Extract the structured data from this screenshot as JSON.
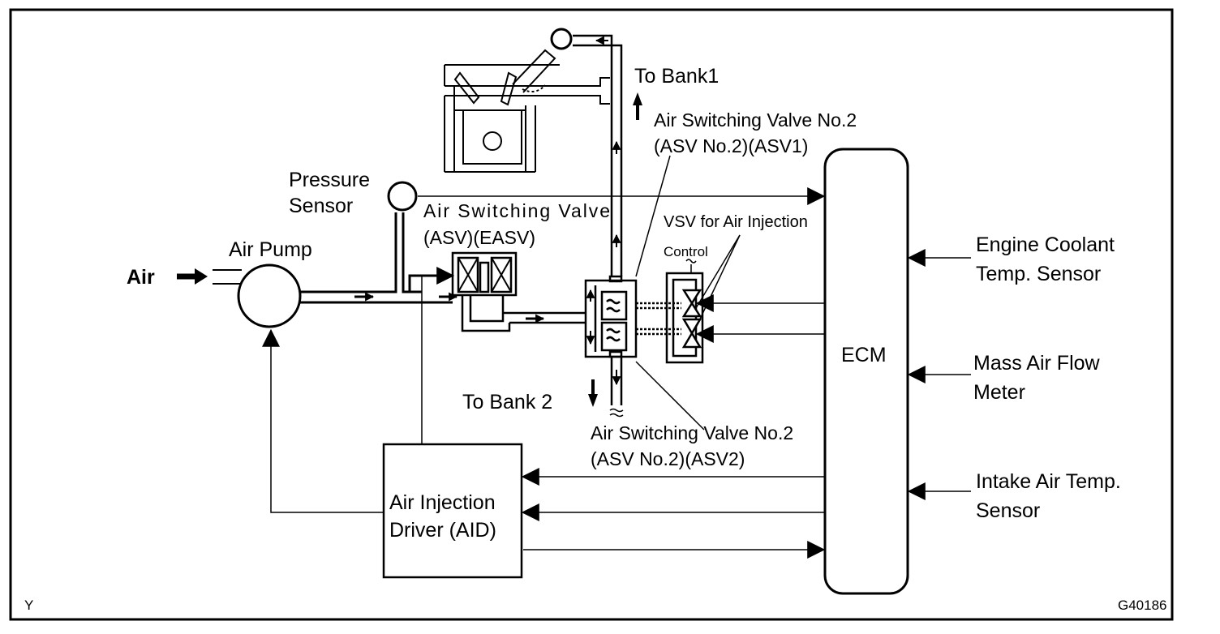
{
  "labels": {
    "air": "Air",
    "air_pump": "Air Pump",
    "pressure_sensor_1": "Pressure",
    "pressure_sensor_2": "Sensor",
    "asv_1": "Air Switching Valve",
    "asv_2": "(ASV)(EASV)",
    "to_bank1": "To Bank1",
    "to_bank2": "To Bank 2",
    "asv_no2_top_1": "Air Switching Valve No.2",
    "asv_no2_top_2": "(ASV No.2)(ASV1)",
    "asv_no2_bottom_1": "Air Switching Valve No.2",
    "asv_no2_bottom_2": "(ASV No.2)(ASV2)",
    "vsv_1": "VSV for Air Injection",
    "vsv_2": "Control",
    "ecm": "ECM",
    "aid_1": "Air  Injection",
    "aid_2": "Driver (AID)",
    "ect_1": "Engine Coolant",
    "ect_2": "Temp. Sensor",
    "maf_1": "Mass Air Flow",
    "maf_2": "Meter",
    "iat_1": "Intake Air Temp.",
    "iat_2": "Sensor",
    "corner_left": "Y",
    "figure_code": "G40186"
  },
  "colors": {
    "ink": "#000000",
    "background": "#ffffff"
  }
}
